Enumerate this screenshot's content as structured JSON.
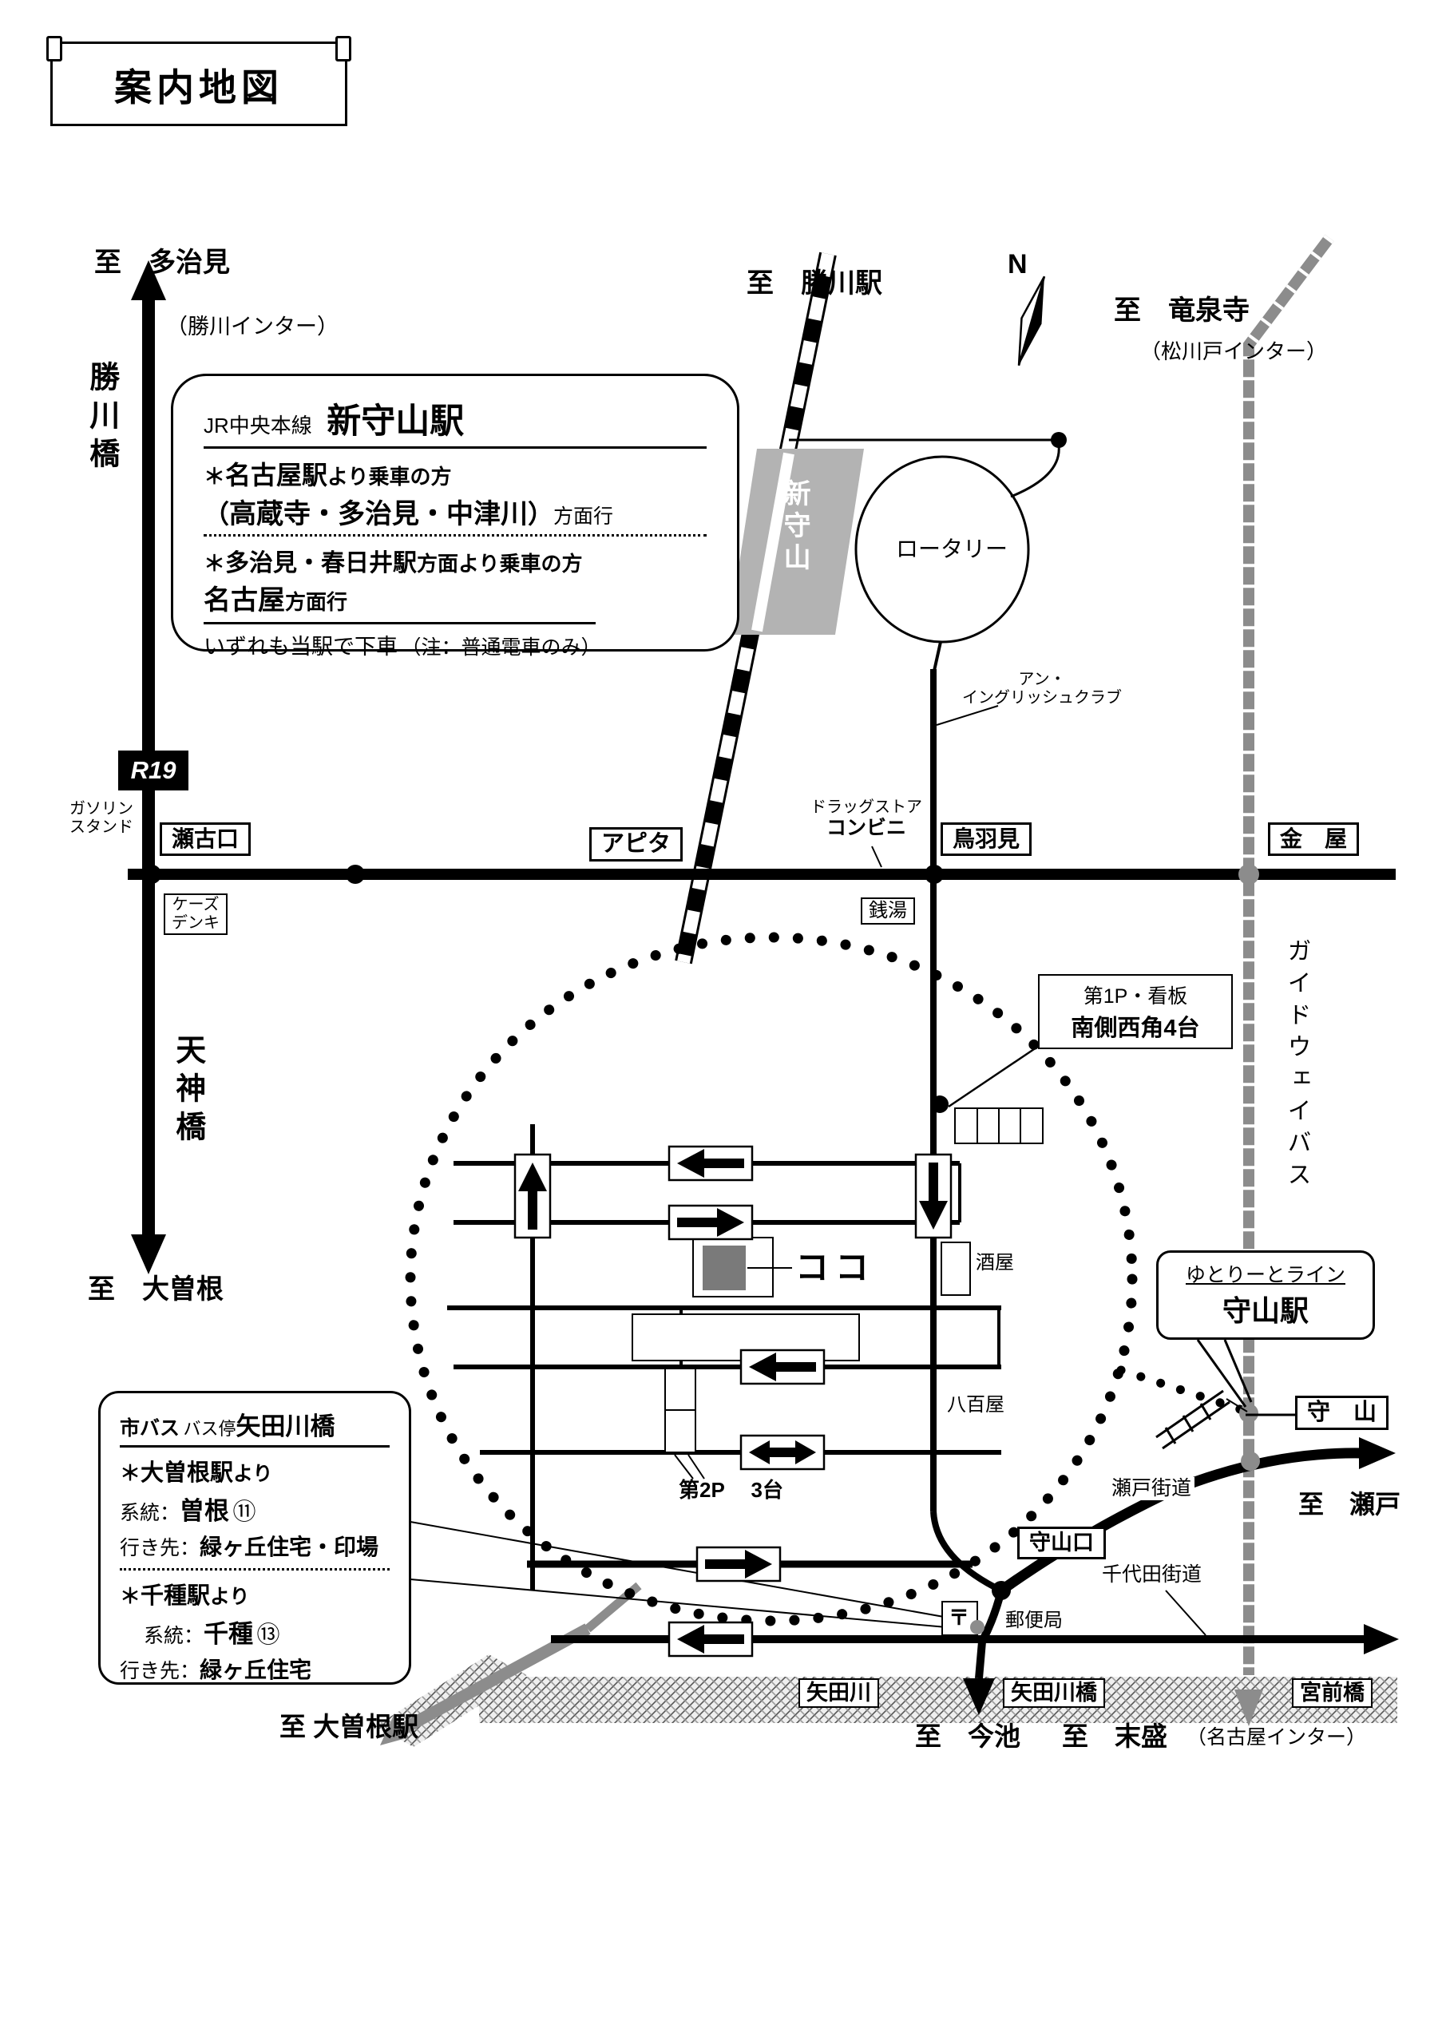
{
  "banner": {
    "title": "案内地図"
  },
  "compass": {
    "label": "N"
  },
  "directions": {
    "tajimi": "至　多治見",
    "kachigawa_ic": "（勝川インター）",
    "kachigawa_sta": "至　勝川駅",
    "ryusenji": "至　竜泉寺",
    "matsukawado_ic": "（松川戸インター）",
    "ozone": "至　大曽根",
    "ozone_sta": "至 大曽根駅",
    "imaike": "至　今池",
    "suemori": "至　末盛",
    "nagoya_ic": "（名古屋インター）",
    "seto": "至　瀬戸"
  },
  "bridges": {
    "kachigawabashi": "勝川橋",
    "tenjinbashi": "天神橋",
    "yadagawabashi": "矢田川橋",
    "miyamaebashi": "宮前橋"
  },
  "station_info": {
    "jr_line": "JR中央本線",
    "station": "新守山駅",
    "from_nagoya_mark": "＊",
    "from_nagoya_station": "名古屋駅",
    "from_nagoya_rest": "より乗車の方",
    "bound1_open": "（",
    "bound1_stations": "高蔵寺・多治見・中津川",
    "bound1_close": "）",
    "bound1_suffix": "方面行",
    "from_tajimi_mark": "＊",
    "from_tajimi_stations": "多治見・春日井駅",
    "from_tajimi_rest": "方面より乗車の方",
    "bound2_station": "名古屋",
    "bound2_suffix": "方面行",
    "note_main": "いずれも当駅で下車",
    "note_paren": "（注：普通電車のみ）"
  },
  "map_labels": {
    "shin_moriyama_vertical": "新守山",
    "rotary": "ロータリー",
    "ann_english_club": "アン・\nイングリッシュクラブ",
    "r19": "R19",
    "gas_stand": "ガソリン\nスタンド",
    "sekoguchi": "瀬古口",
    "ks_denki": "ケーズ\nデンキ",
    "apita": "アピタ",
    "drugstore": "ドラッグストア",
    "convenience": "コンビニ",
    "tobami": "鳥羽見",
    "sento": "銭湯",
    "kanaya": "金　屋",
    "guideway_bus": "ガイドウェイバス",
    "koko": "ココ",
    "sakaya": "酒屋",
    "yaoya": "八百屋",
    "p2": "第2P　 3台",
    "moriyama": "守　山",
    "seto_kaido": "瀬戸街道",
    "moriyamaguchi": "守山口",
    "post_office": "郵便局",
    "post_mark": "〒",
    "chiyoda_kaido": "千代田街道",
    "yadagawa": "矢田川"
  },
  "p1_callout": {
    "line1": "第1P・看板",
    "line2": "南側西角4台"
  },
  "moriyama_callout": {
    "line1": "ゆとりーとライン",
    "line2": "守山駅"
  },
  "bus_callout": {
    "header_city_bus": "市バス",
    "header_stop": " バス停",
    "header_stop_name": "矢田川橋",
    "from1_mark": "＊",
    "from1_station": "大曽根駅",
    "from1_rest": "より",
    "route_label": "系統：",
    "route1_name": "曽根",
    "route1_no": "⑪",
    "dest_label": "行き先：",
    "dest1": "緑ヶ丘住宅・印場",
    "from2_mark": "＊",
    "from2_station": "千種駅",
    "from2_rest": "より",
    "route2_label": "系統：",
    "route2_name": "千種",
    "route2_no": "⑬",
    "dest2_label": "行き先：",
    "dest2": "緑ヶ丘住宅"
  },
  "colors": {
    "road": "#000000",
    "guideway": "#8c8c8c",
    "station_fill": "#b3b3b3",
    "building": "#7a7a7a"
  }
}
